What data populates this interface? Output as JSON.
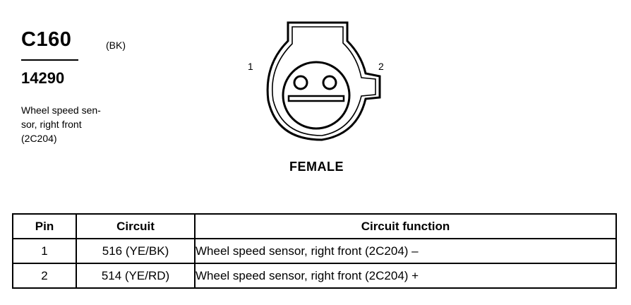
{
  "connector": {
    "id": "C160",
    "color_code": "(BK)",
    "part_number": "14290",
    "description": "Wheel speed sen-\nsor, right front\n(2C204)",
    "gender": "FEMALE",
    "pin_labels": [
      "1",
      "2"
    ]
  },
  "table": {
    "headers": [
      "Pin",
      "Circuit",
      "Circuit function"
    ],
    "rows": [
      {
        "pin": "1",
        "circuit": "516 (YE/BK)",
        "function": "Wheel speed sensor, right front (2C204) –"
      },
      {
        "pin": "2",
        "circuit": "514 (YE/RD)",
        "function": "Wheel speed sensor, right front (2C204) +"
      }
    ]
  }
}
